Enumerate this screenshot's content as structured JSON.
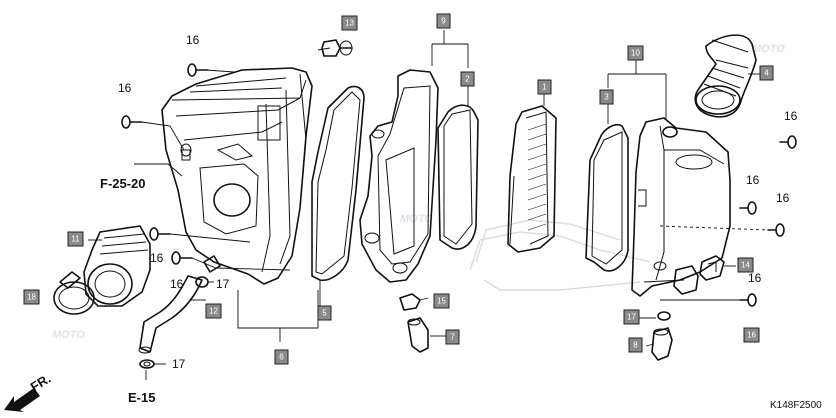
{
  "diagram": {
    "callouts": {
      "c1": "1",
      "c2": "2",
      "c3": "3",
      "c4": "4",
      "c5": "5",
      "c6": "6",
      "c7": "7",
      "c8": "8",
      "c9": "9",
      "c10": "10",
      "c11": "11",
      "c12": "12",
      "c13": "13",
      "c14": "14",
      "c15": "15",
      "c16": "16",
      "c17": "17",
      "c18": "18"
    },
    "plain_labels": {
      "b16": "16",
      "b17": "17"
    },
    "references": {
      "f25": "F-25-20",
      "e15": "E-15",
      "fr": "FR."
    },
    "code": "K148F2500",
    "watermark": "MOTO"
  }
}
